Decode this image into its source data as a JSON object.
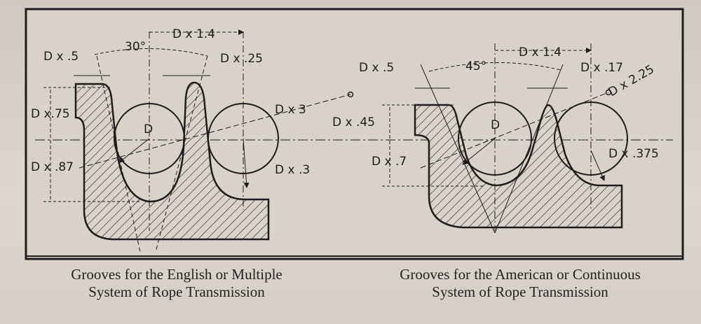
{
  "figure": {
    "left_diagram": {
      "labels": {
        "d_x_05": "D x .5",
        "angle_30": "30°",
        "d_x_14": "D x 1.4",
        "d_x_025": "D x .25",
        "d_x_3": "D x 3",
        "d_x_075": "D x.75",
        "d_x_087": "D x .87",
        "d_small": "D",
        "d_x_03": "D x .3"
      }
    },
    "right_diagram": {
      "labels": {
        "d_x_05": "D x .5",
        "angle_45": "45°",
        "d_x_14": "D x 1.4",
        "d_x_017": "D x .17",
        "d_x_225": "D x 2.25",
        "d_x_045": "D x .45",
        "d_x_07": "D x .7",
        "d_small": "D",
        "d_x_0375": "D x .375"
      }
    }
  },
  "captions": {
    "left": {
      "line1": "Grooves for the English or Multiple",
      "line2": "System of Rope Transmission"
    },
    "right": {
      "line1": "Grooves for the American or Continuous",
      "line2": "System of Rope Transmission"
    }
  },
  "colors": {
    "ink": "#1d1d1d",
    "paper": "#d6d0c6"
  }
}
